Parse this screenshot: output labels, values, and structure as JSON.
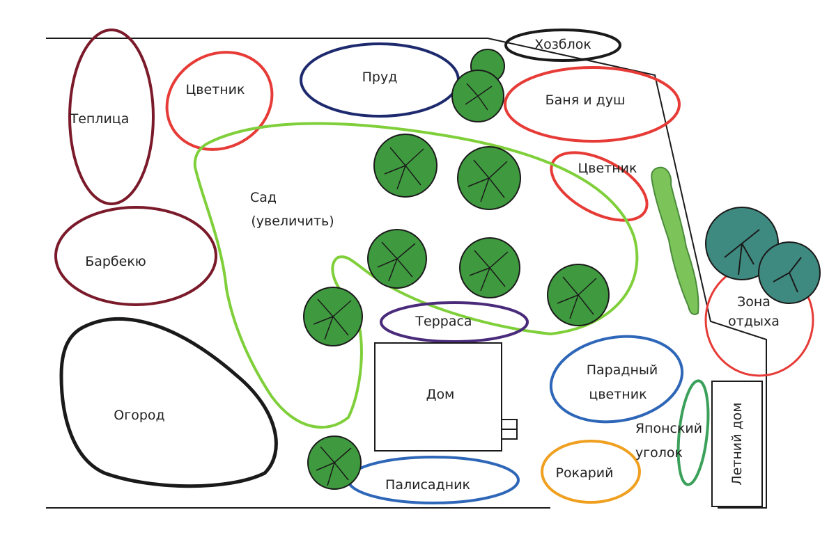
{
  "colors": {
    "black": "#1a1a1a",
    "maroon": "#7a1a2a",
    "red": "#e63b36",
    "navy": "#1e2a6e",
    "green_outline": "#7fcf3a",
    "purple": "#4a2a7a",
    "blue": "#2e66b8",
    "orange": "#f0a020",
    "tree_fill": "#3f9a3f",
    "tree_light": "#7fc46a",
    "teal": "#3f8a80",
    "hedge": "#7cc45a",
    "japan_green": "#3aa05a"
  },
  "zones": {
    "teplitsa": "Теплица",
    "tsvetnik_top": "Цветник",
    "prud": "Пруд",
    "hozblok": "Хозблок",
    "banya": "Баня и душ",
    "tsvetnik_right": "Цветник",
    "sad_line1": "Сад",
    "sad_line2": "(увеличить)",
    "barbekyu": "Барбекю",
    "terrasa": "Терраса",
    "dom": "Дом",
    "zona_line1": "Зона",
    "zona_line2": "отдыха",
    "paradny_line1": "Парадный",
    "paradny_line2": "цветник",
    "ogorod": "Огород",
    "yaponsky_line1": "Японский",
    "yaponsky_line2": "уголок",
    "letny_dom": "Летний дом",
    "rokary": "Рокарий",
    "palisadnik": "Палисадник"
  }
}
